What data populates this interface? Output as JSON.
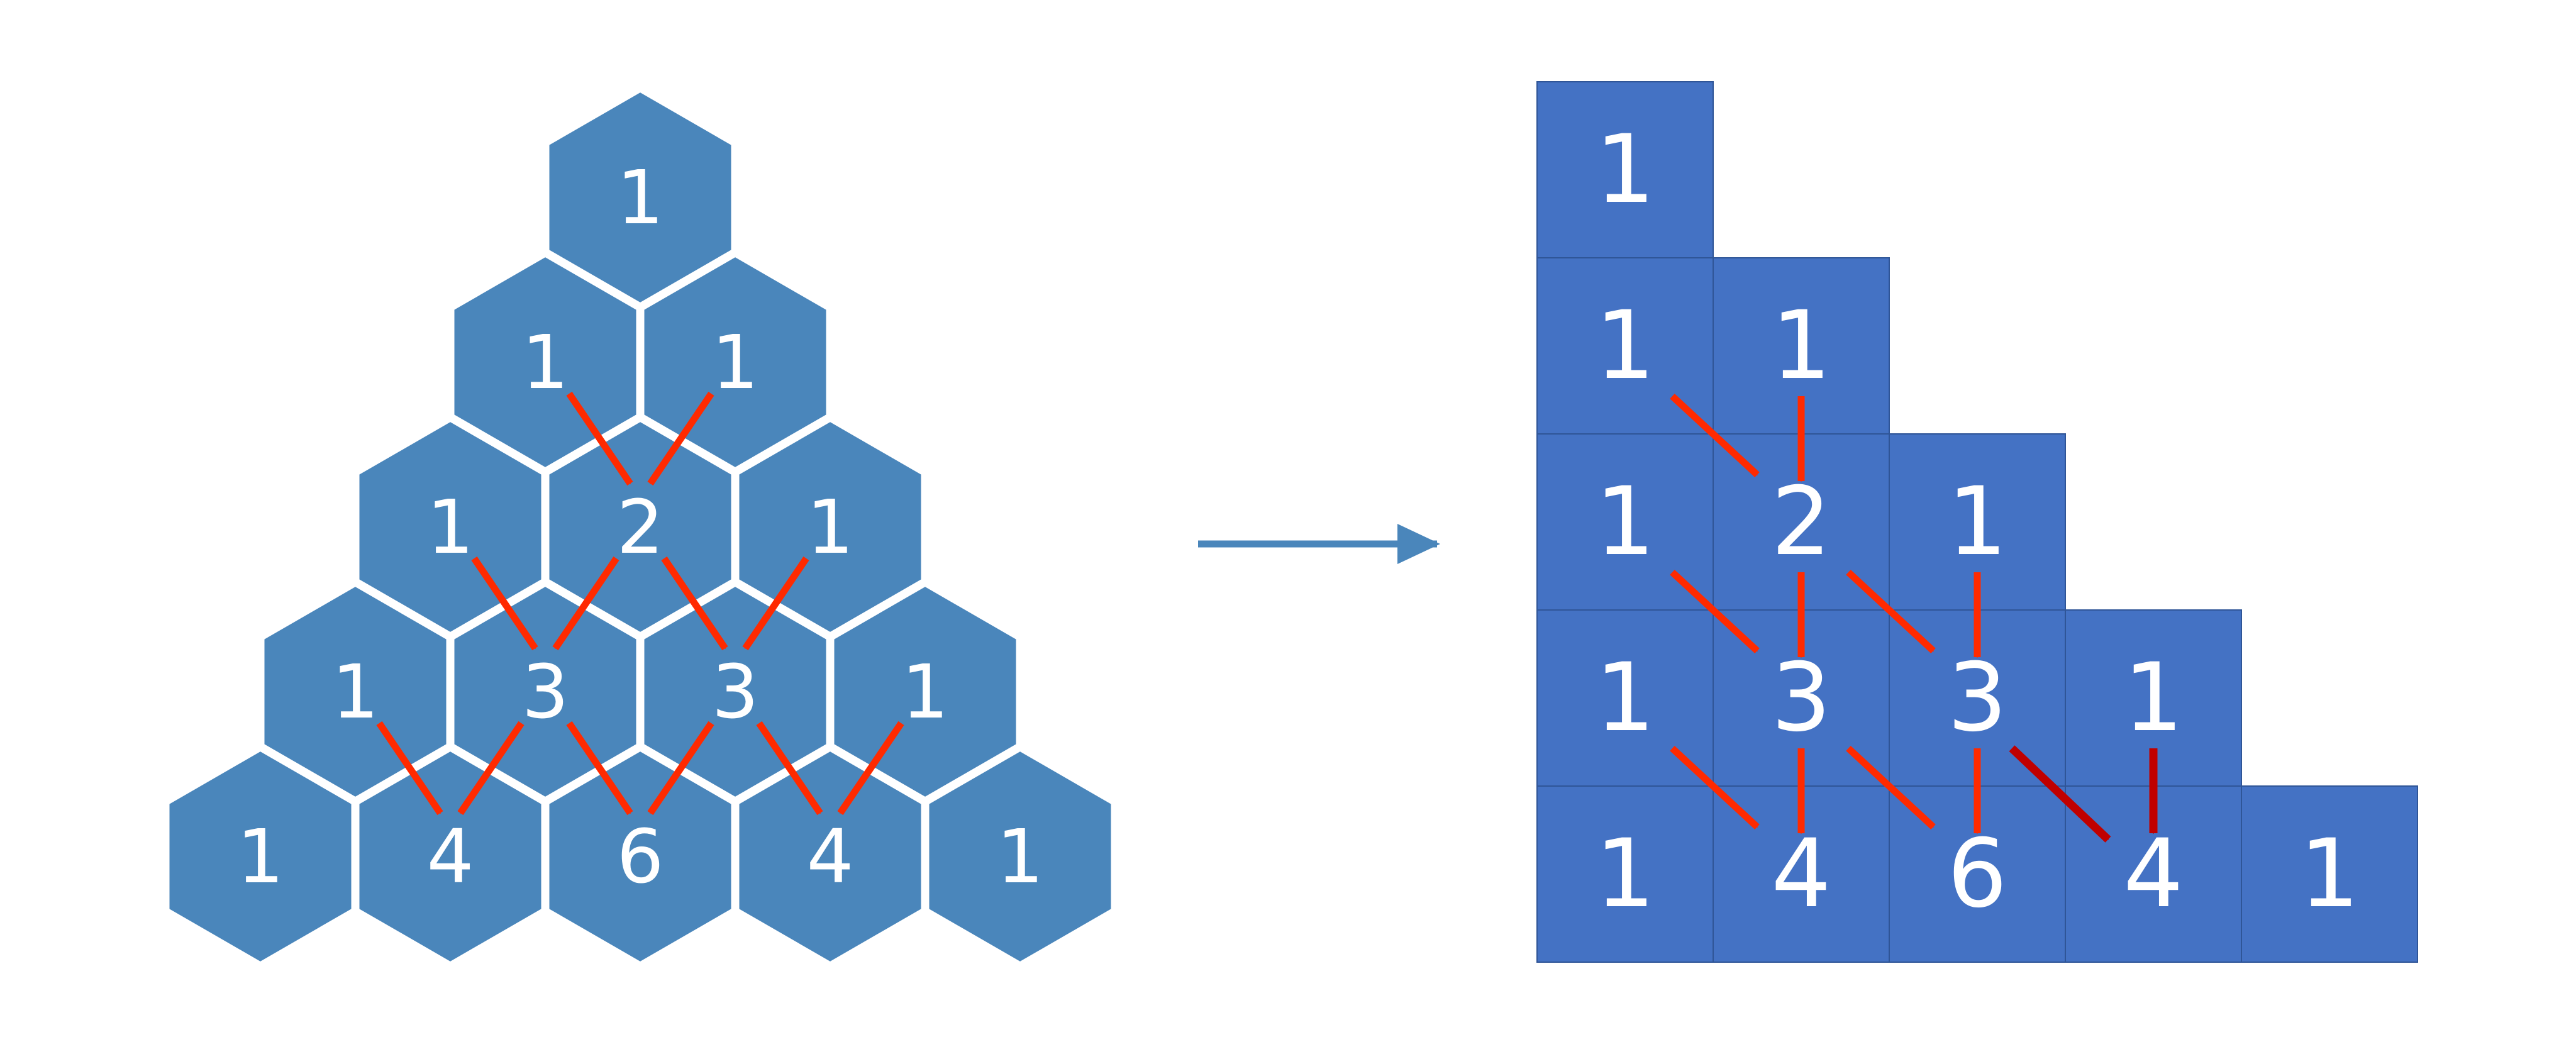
{
  "pascal_hex": {
    "rows": [
      [
        "1"
      ],
      [
        "1",
        "1"
      ],
      [
        "1",
        "2",
        "1"
      ],
      [
        "1",
        "3",
        "3",
        "1"
      ],
      [
        "1",
        "4",
        "6",
        "4",
        "1"
      ]
    ]
  },
  "pascal_grid": {
    "rows": [
      [
        "1"
      ],
      [
        "1",
        "1"
      ],
      [
        "1",
        "2",
        "1"
      ],
      [
        "1",
        "3",
        "3",
        "1"
      ],
      [
        "1",
        "4",
        "6",
        "4",
        "1"
      ]
    ]
  },
  "colors": {
    "hex_fill": "#4a86bb",
    "hex_border": "#ffffff",
    "square_fill": "#4472c4",
    "square_border": "#2f5597",
    "arrow_red": "#ff2a00",
    "arrow_dark_red": "#c00000",
    "transform_arrow": "#4a86bb"
  },
  "icons": {
    "transform_arrow": "right-arrow-icon"
  }
}
